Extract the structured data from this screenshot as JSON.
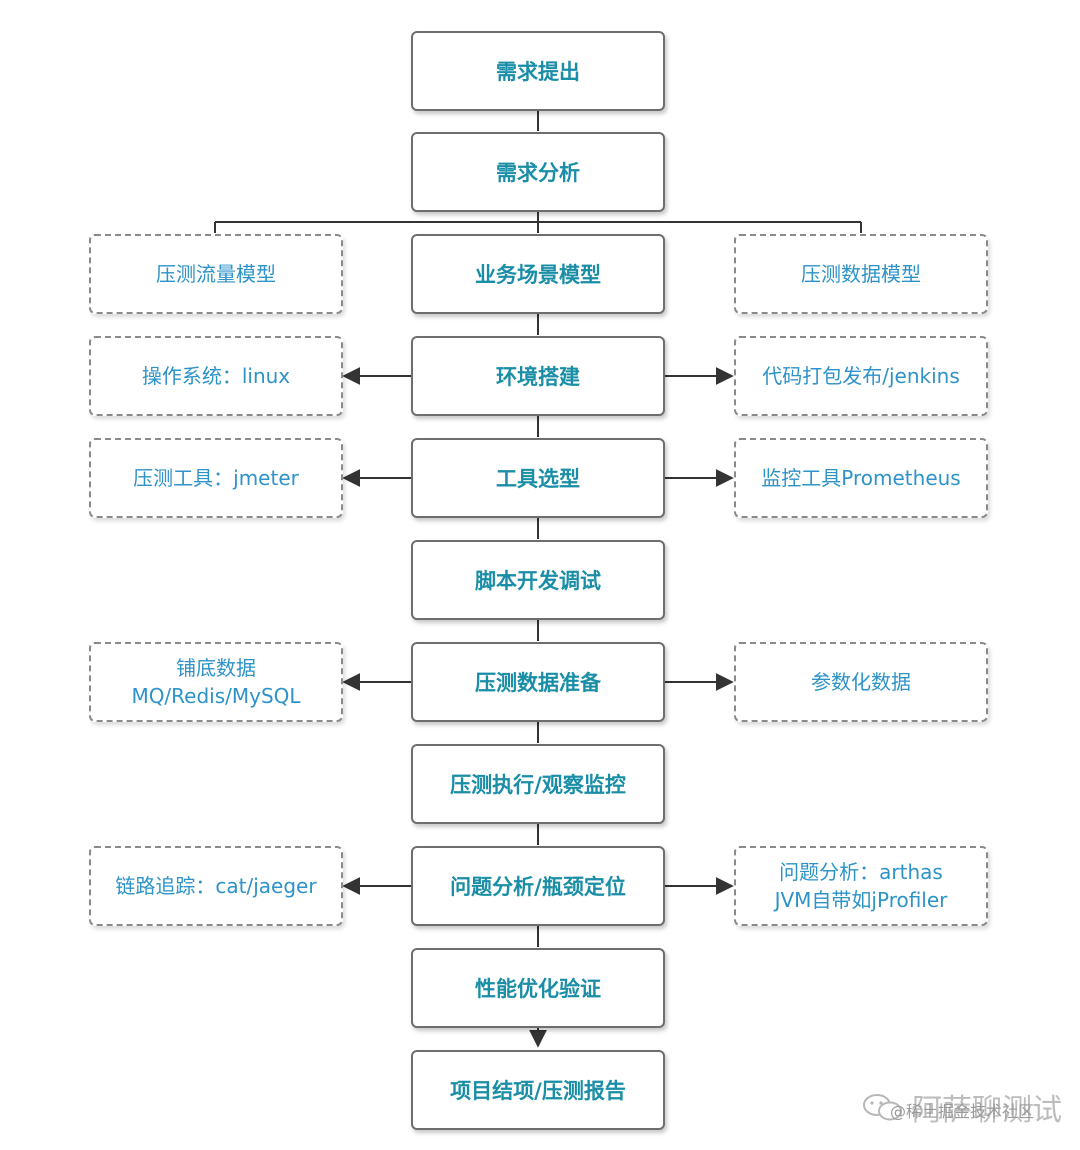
{
  "flow": {
    "steps": [
      "需求提出",
      "需求分析",
      "业务场景模型",
      "环境搭建",
      "工具选型",
      "脚本开发调试",
      "压测数据准备",
      "压测执行/观察监控",
      "问题分析/瓶颈定位",
      "性能优化验证",
      "项目结项/压测报告"
    ],
    "side_notes": {
      "traffic_model": "压测流量模型",
      "data_model": "压测数据模型",
      "os": "操作系统：linux",
      "ci": "代码打包发布/jenkins",
      "tool_jmeter": "压测工具：jmeter",
      "monitor": "监控工具Prometheus",
      "base_data_1": "铺底数据",
      "base_data_2": "MQ/Redis/MySQL",
      "param_data": "参数化数据",
      "trace": "链路追踪：cat/jaeger",
      "analysis_1": "问题分析：arthas",
      "analysis_2": "JVM自带如jProfiler"
    }
  },
  "watermark": {
    "title": "阿萨聊测试",
    "subtitle": "@稀土掘金技术社区"
  },
  "colors": {
    "main_text": "#1a8ea6",
    "side_text": "#2d93c8",
    "border": "#6e6e6e"
  }
}
